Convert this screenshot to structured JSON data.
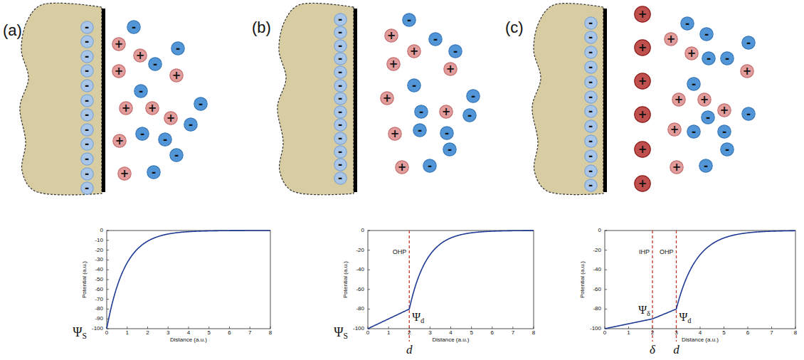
{
  "diagram": {
    "nodes": [
      {
        "text": [
          "-"
        ]
      },
      {
        "text": [
          "-"
        ]
      },
      {
        "text": [
          "-"
        ]
      },
      {
        "text": [
          "-"
        ]
      },
      {
        "text": [
          "-"
        ]
      },
      {
        "text": [
          "-"
        ]
      },
      {
        "text": [
          "-"
        ]
      },
      {
        "text": [
          "-"
        ]
      },
      {
        "text": [
          "-"
        ]
      },
      {
        "text": [
          "-"
        ]
      },
      {
        "text": [
          "-"
        ]
      },
      {
        "text": [
          "-"
        ]
      },
      {
        "text": [
          "-"
        ]
      },
      {
        "text": [
          "+"
        ]
      },
      {
        "text": [
          "-"
        ]
      },
      {
        "text": [
          "+"
        ]
      },
      {
        "text": [
          "-"
        ]
      },
      {
        "text": [
          "+"
        ]
      },
      {
        "text": [
          "+"
        ]
      },
      {
        "text": [
          "-"
        ]
      },
      {
        "text": [
          "-"
        ]
      },
      {
        "text": [
          "+"
        ]
      },
      {
        "text": [
          "+"
        ]
      },
      {
        "text": [
          "+"
        ]
      },
      {
        "text": [
          "-"
        ]
      },
      {
        "text": [
          "-"
        ]
      },
      {
        "text": [
          "-"
        ]
      },
      {
        "text": [
          "+"
        ]
      },
      {
        "text": [
          "-"
        ]
      },
      {
        "text": [
          "-"
        ]
      },
      {
        "text": [
          "+"
        ]
      },
      {
        "text": [
          "-"
        ]
      },
      {
        "text": [
          "-"
        ]
      },
      {
        "text": [
          "-"
        ]
      },
      {
        "text": [
          "-"
        ]
      },
      {
        "text": [
          "-"
        ]
      },
      {
        "text": [
          "-"
        ]
      },
      {
        "text": [
          "-"
        ]
      },
      {
        "text": [
          "-"
        ]
      },
      {
        "text": [
          "-"
        ]
      },
      {
        "text": [
          "-"
        ]
      },
      {
        "text": [
          "-"
        ]
      },
      {
        "text": [
          "-"
        ]
      },
      {
        "text": [
          "-"
        ]
      },
      {
        "text": [
          "-"
        ]
      },
      {
        "text": [
          "+"
        ]
      },
      {
        "text": [
          "-"
        ]
      },
      {
        "text": [
          "+"
        ]
      },
      {
        "text": [
          "-"
        ]
      },
      {
        "text": [
          "+"
        ]
      },
      {
        "text": [
          "+"
        ]
      },
      {
        "text": [
          "-"
        ]
      },
      {
        "text": [
          "-"
        ]
      },
      {
        "text": [
          "+"
        ]
      },
      {
        "text": [
          "-"
        ]
      },
      {
        "text": [
          "+"
        ]
      },
      {
        "text": [
          "-"
        ]
      },
      {
        "text": [
          "-"
        ]
      },
      {
        "text": [
          "-"
        ]
      },
      {
        "text": [
          "+"
        ]
      },
      {
        "text": [
          "-"
        ]
      },
      {
        "text": [
          "-"
        ]
      },
      {
        "text": [
          "+"
        ]
      },
      {
        "text": [
          "-"
        ]
      },
      {
        "text": [
          "-"
        ]
      },
      {
        "text": [
          "-"
        ]
      },
      {
        "text": [
          "-"
        ]
      },
      {
        "text": [
          "-"
        ]
      },
      {
        "text": [
          "-"
        ]
      },
      {
        "text": [
          "-"
        ]
      },
      {
        "text": [
          "-"
        ]
      },
      {
        "text": [
          "-"
        ]
      },
      {
        "text": [
          "-"
        ]
      },
      {
        "text": [
          "-"
        ]
      },
      {
        "text": [
          "-"
        ]
      },
      {
        "text": [
          "+"
        ]
      },
      {
        "text": [
          "+"
        ]
      },
      {
        "text": [
          "+"
        ]
      },
      {
        "text": [
          "+"
        ]
      },
      {
        "text": [
          "+"
        ]
      },
      {
        "text": [
          "+"
        ]
      },
      {
        "text": [
          "-"
        ]
      },
      {
        "text": [
          "-"
        ]
      },
      {
        "text": [
          "+"
        ]
      },
      {
        "text": [
          "-"
        ]
      },
      {
        "text": [
          "+"
        ]
      },
      {
        "text": [
          "-"
        ]
      },
      {
        "text": [
          "-"
        ]
      },
      {
        "text": [
          "+"
        ]
      },
      {
        "text": [
          "-"
        ]
      },
      {
        "text": [
          "+"
        ]
      },
      {
        "text": [
          "+"
        ]
      },
      {
        "text": [
          "+"
        ]
      },
      {
        "text": [
          "-"
        ]
      },
      {
        "text": [
          "-"
        ]
      },
      {
        "text": [
          "+"
        ]
      },
      {
        "text": [
          "-"
        ]
      },
      {
        "text": [
          "-"
        ]
      },
      {
        "text": [
          "-"
        ]
      },
      {
        "text": [
          "+"
        ]
      },
      {
        "text": [
          "-"
        ]
      }
    ],
    "labels": [
      "(a)",
      "0",
      "-10",
      "-20",
      "-30",
      "-40",
      "-50",
      "-60",
      "-70",
      "-80",
      "-90",
      "-100",
      "0",
      "1",
      "2",
      "3",
      "4",
      "5",
      "6",
      "7",
      "8",
      "Potential (a.u.)",
      "Distance (a.u.)",
      "ΨS",
      "(b)",
      "OHP",
      "0",
      "-20",
      "-40",
      "-60",
      "-80",
      "-100",
      "0",
      "1",
      "2",
      "3",
      "4",
      "5",
      "6",
      "7",
      "8",
      "Potential (a.u.)",
      "Distance (a.u.)",
      "ΨS",
      "Ψd",
      "d",
      "(c)",
      "IHP",
      "OHP",
      "0",
      "-20",
      "-40",
      "-60",
      "-80",
      "-100",
      "0",
      "1",
      "2",
      "3",
      "4",
      "5",
      "6",
      "7",
      "8",
      "Potential (a.u.)",
      "Distance (a.u.)",
      "Ψδ",
      "Ψd",
      "δ",
      "d"
    ]
  }
}
